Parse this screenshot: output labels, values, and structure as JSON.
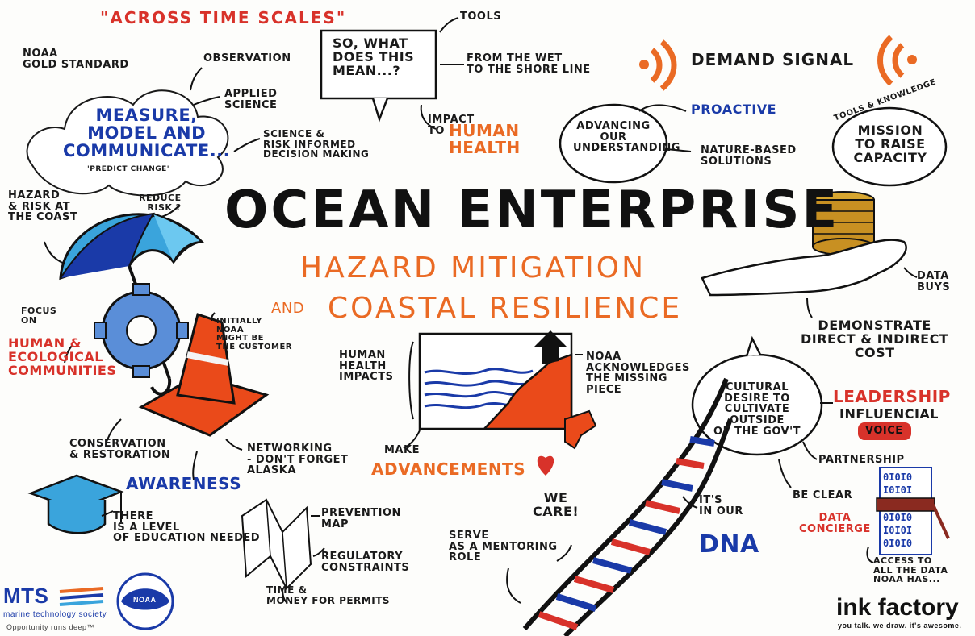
{
  "colors": {
    "accent_blue": "#1a3aa8",
    "accent_orange": "#ea6a24",
    "accent_red": "#d8322a",
    "ink": "#111111"
  },
  "title": "OCEAN ENTERPRISE",
  "subtitle_line1": "HAZARD MITIGATION",
  "subtitle_and": "AND",
  "subtitle_line2": "COASTAL RESILIENCE",
  "across_time_scales": "\"ACROSS TIME SCALES\"",
  "noaa_gold": "NOAA\nGOLD STANDARD",
  "measure": "MEASURE,\nMODEL AND\nCOMMUNICATE...",
  "predict_change": "'PREDICT CHANGE'",
  "observation": "OBSERVATION",
  "applied_science": "APPLIED\nSCIENCE",
  "science_risk": "SCIENCE &\nRISK INFORMED\nDECISION MAKING",
  "so_what": "SO, WHAT\nDOES THIS\nMEAN...?",
  "tools": "TOOLS",
  "wet_shore": "FROM THE WET\nTO THE SHORE LINE",
  "impact": "IMPACT\nTO",
  "human_health": "HUMAN\nHEALTH",
  "demand_signal": "DEMAND SIGNAL",
  "proactive": "PROACTIVE",
  "advancing": "ADVANCING\nOUR\nUNDERSTANDING",
  "nature_based": "NATURE-BASED\nSOLUTIONS",
  "tools_knowledge": "TOOLS & KNOWLEDGE",
  "mission": "MISSION\nTO RAISE\nCAPACITY",
  "hazard_risk": "HAZARD\n& RISK AT\nTHE COAST",
  "reduce_risk": "REDUCE\nRISK ?",
  "focus_on": "FOCUS\nON",
  "human_eco": "HUMAN &\nECOLOGICAL\nCOMMUNITIES",
  "initially_noaa": "INITIALLY\nNOAA\nMIGHT BE\nTHE CUSTOMER",
  "data_buys": "DATA\nBUYS",
  "demonstrate": "DEMONSTRATE\nDIRECT & INDIRECT\nCOST",
  "human_health_impacts": "HUMAN\nHEALTH\nIMPACTS",
  "noaa_ack": "NOAA\nACKNOWLEDGES\nTHE MISSING\nPIECE",
  "make": "MAKE",
  "advancements": "ADVANCEMENTS",
  "cultural": "CULTURAL\nDESIRE TO\nCULTIVATE OUTSIDE\nOF THE GOV'T",
  "leadership": "LEADERSHIP",
  "influencial": "INFLUENCIAL",
  "voice": "VOICE",
  "partnership": "PARTNERSHIP",
  "be_clear": "BE CLEAR",
  "data_concierge": "DATA\nCONCIERGE",
  "access_data": "ACCESS TO\nALL THE DATA\nNOAA HAS...",
  "conservation": "CONSERVATION\n& RESTORATION",
  "networking": "NETWORKING\n- DON'T FORGET\nALASKA",
  "awareness": "AWARENESS",
  "education": "THERE\nIS A LEVEL\nOF EDUCATION NEEDED",
  "prevention_map": "PREVENTION\nMAP",
  "regulatory": "REGULATORY\nCONSTRAINTS",
  "time_money": "TIME &\nMONEY FOR PERMITS",
  "we_care": "WE\nCARE!",
  "serve_mentoring": "SERVE\nAS A MENTORING\nROLE",
  "its_in_our": "IT'S\nIN OUR",
  "dna": "DNA",
  "mts_logo": "MTS",
  "mts_name": "marine technology society",
  "mts_tagline": "Opportunity runs deep™",
  "noaa_logo": "NOAA",
  "ink_factory": "ink factory",
  "ink_tagline": "you talk. we draw. it's awesome."
}
